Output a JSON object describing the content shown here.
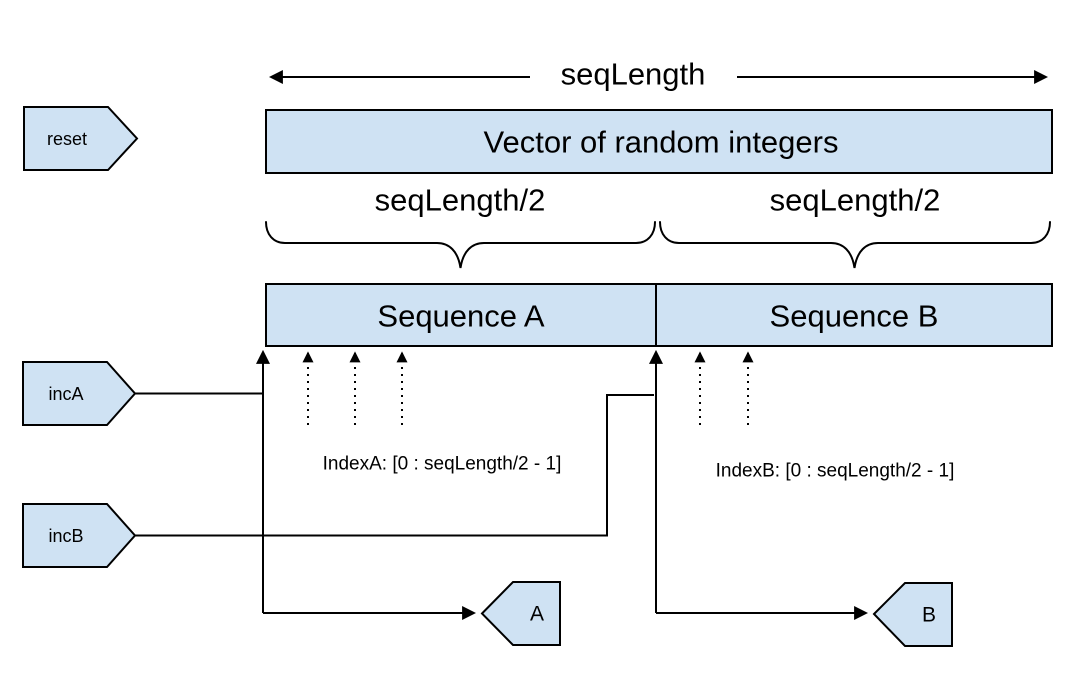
{
  "colors": {
    "shape_fill": "#cfe2f3",
    "shape_stroke": "#000000",
    "text": "#000000",
    "background": "#ffffff"
  },
  "top": {
    "arrow_label": "seqLength"
  },
  "vector_box": {
    "label": "Vector of random integers"
  },
  "halves": {
    "left": "seqLength/2",
    "right": "seqLength/2"
  },
  "sequence_boxes": {
    "a": "Sequence A",
    "b": "Sequence B"
  },
  "input_tags": {
    "reset": "reset",
    "inc_a": "incA",
    "inc_b": "incB"
  },
  "index_labels": {
    "a": "IndexA: [0 : seqLength/2 - 1]",
    "b": "IndexB: [0 : seqLength/2 - 1]"
  },
  "output_tags": {
    "a": "A",
    "b": "B"
  }
}
